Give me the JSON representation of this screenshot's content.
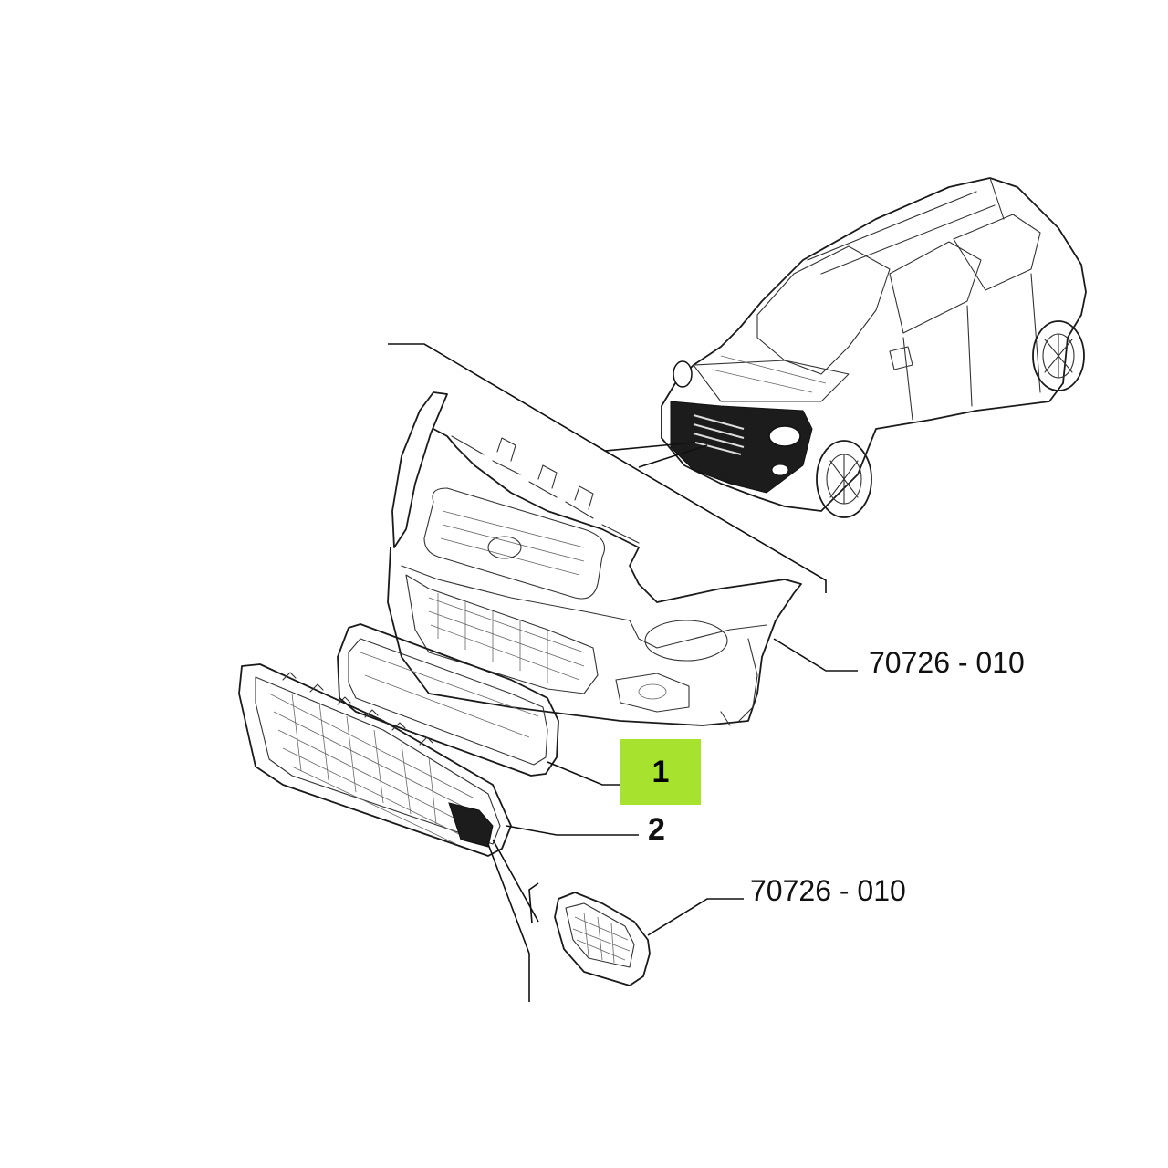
{
  "colors": {
    "highlight": "#a6e22e",
    "ink": "#1a1a1a",
    "background": "#ffffff"
  },
  "callouts": {
    "bumper_ref": "70726 - 010",
    "fog_bezel_ref": "70726 - 010",
    "part_1": "1",
    "part_2": "2"
  }
}
